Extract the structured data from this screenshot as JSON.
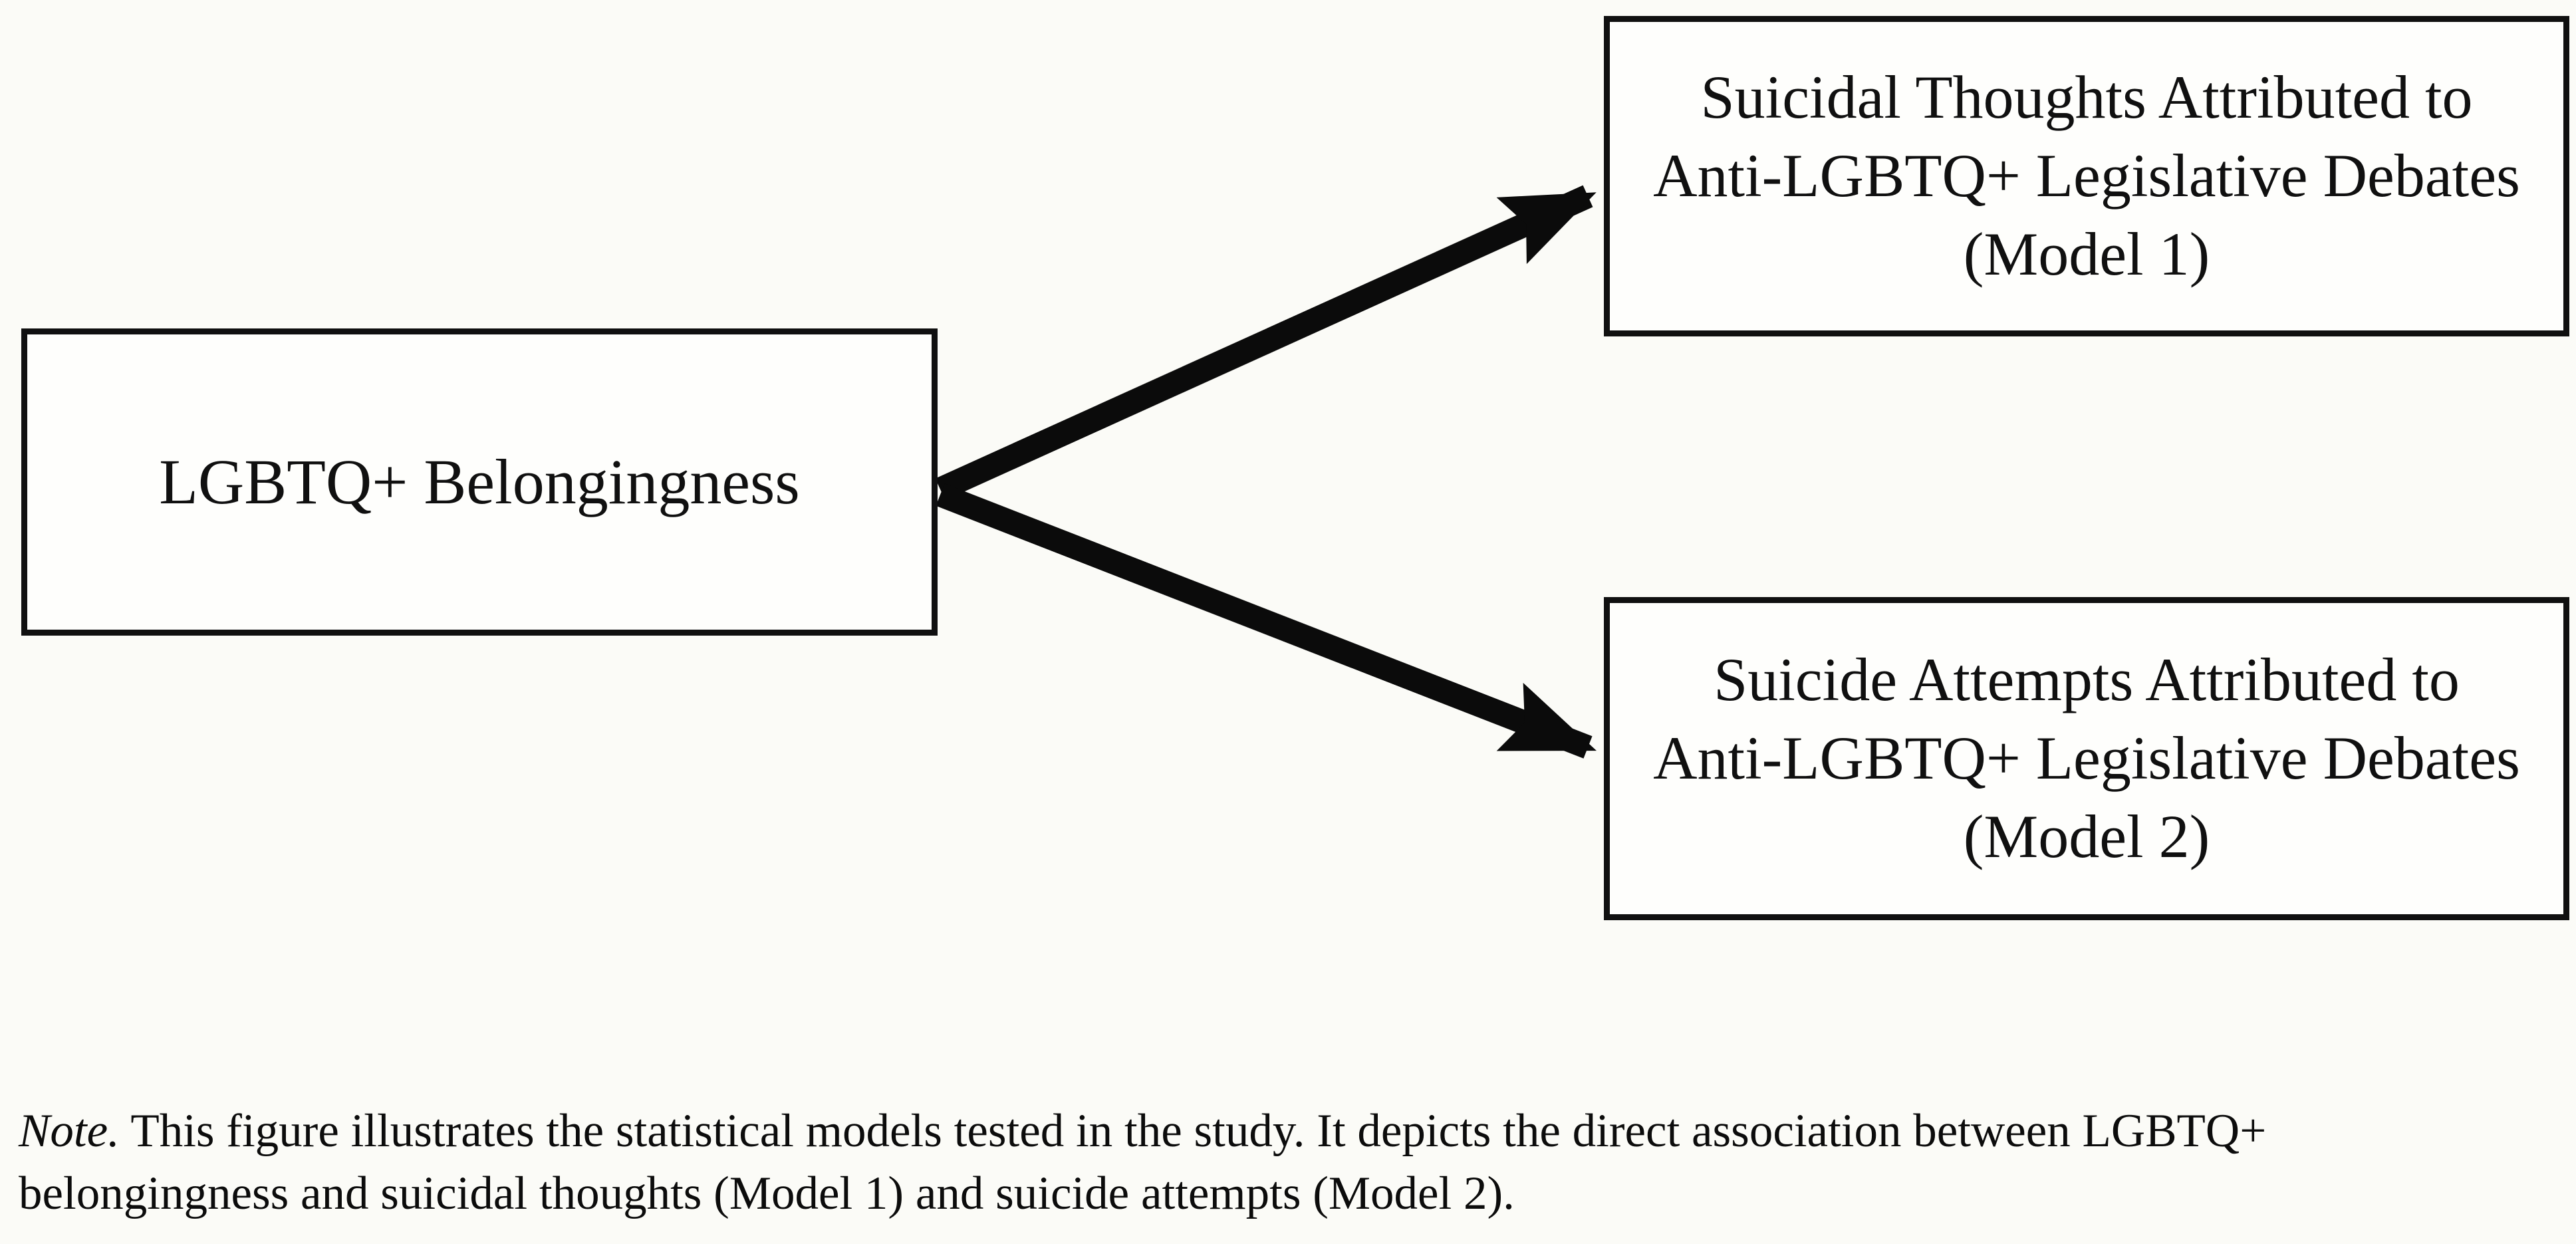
{
  "figure": {
    "background_color": "#fbfbf7",
    "ink_color": "#101010",
    "arrow_color": "#0b0b0b"
  },
  "boxes": {
    "predictor": {
      "label": "LGBTQ+ Belongingness"
    },
    "model1": {
      "lines": [
        "Suicidal Thoughts Attributed to",
        "Anti-LGBTQ+ Legislative Debates",
        "(Model 1)"
      ]
    },
    "model2": {
      "lines": [
        "Suicide Attempts Attributed to",
        "Anti-LGBTQ+ Legislative Debates",
        "(Model 2)"
      ]
    }
  },
  "note": {
    "prefix_italic": "Note.",
    "text": " This figure illustrates the statistical models tested in the study. It depicts the direct association between LGBTQ+ belongingness and suicidal thoughts (Model 1) and suicide attempts (Model 2)."
  }
}
